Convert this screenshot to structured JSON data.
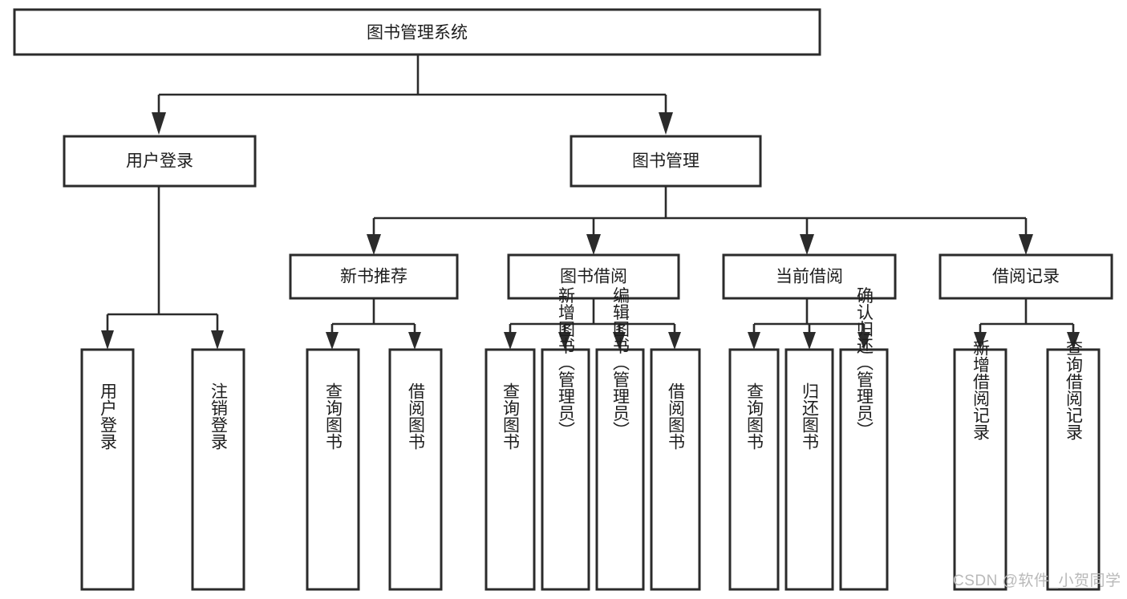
{
  "diagram": {
    "type": "tree-hierarchy-chart",
    "title": "图书管理系统",
    "orientation": "top-down",
    "colors": {
      "box_fill": "#ffffff",
      "box_stroke": "#2b2b2b",
      "connector": "#2b2b2b",
      "text": "#1d1d1d",
      "watermark": "#b9b9b9",
      "background": "#ffffff"
    },
    "levels": [
      {
        "level": 0,
        "nodes": [
          {
            "id": "root",
            "label": "图书管理系统",
            "orientation": "horizontal"
          }
        ]
      },
      {
        "level": 1,
        "nodes": [
          {
            "id": "user-login",
            "label": "用户登录",
            "orientation": "horizontal",
            "parent": "root"
          },
          {
            "id": "book-manage",
            "label": "图书管理",
            "orientation": "horizontal",
            "parent": "root"
          }
        ]
      },
      {
        "level": 2,
        "nodes": [
          {
            "id": "new-book-recommend",
            "label": "新书推荐",
            "orientation": "horizontal",
            "parent": "book-manage"
          },
          {
            "id": "book-borrow",
            "label": "图书借阅",
            "orientation": "horizontal",
            "parent": "book-manage"
          },
          {
            "id": "current-borrow",
            "label": "当前借阅",
            "orientation": "horizontal",
            "parent": "book-manage"
          },
          {
            "id": "borrow-record",
            "label": "借阅记录",
            "orientation": "horizontal",
            "parent": "book-manage"
          }
        ]
      },
      {
        "level": 3,
        "nodes": [
          {
            "id": "leaf-user-login",
            "label": "用户登录",
            "orientation": "vertical",
            "parent": "user-login"
          },
          {
            "id": "leaf-user-logout",
            "label": "注销登录",
            "orientation": "vertical",
            "parent": "user-login"
          },
          {
            "id": "leaf-query-book-1",
            "label": "查询图书",
            "orientation": "vertical",
            "parent": "new-book-recommend"
          },
          {
            "id": "leaf-borrow-book-1",
            "label": "借阅图书",
            "orientation": "vertical",
            "parent": "new-book-recommend"
          },
          {
            "id": "leaf-query-book-2",
            "label": "查询图书",
            "orientation": "vertical",
            "parent": "book-borrow"
          },
          {
            "id": "leaf-add-book",
            "label": "新增图书（管理员）",
            "orientation": "vertical",
            "parent": "book-borrow"
          },
          {
            "id": "leaf-edit-book",
            "label": "编辑图书（管理员）",
            "orientation": "vertical",
            "parent": "book-borrow"
          },
          {
            "id": "leaf-borrow-book-2",
            "label": "借阅图书",
            "orientation": "vertical",
            "parent": "book-borrow"
          },
          {
            "id": "leaf-query-book-3",
            "label": "查询图书",
            "orientation": "vertical",
            "parent": "current-borrow"
          },
          {
            "id": "leaf-return-book",
            "label": "归还图书",
            "orientation": "vertical",
            "parent": "current-borrow"
          },
          {
            "id": "leaf-confirm-return",
            "label": "确认归还（管理员）",
            "orientation": "vertical",
            "parent": "current-borrow"
          },
          {
            "id": "leaf-add-record",
            "label": "新增借阅记录",
            "orientation": "vertical",
            "parent": "borrow-record"
          },
          {
            "id": "leaf-query-record",
            "label": "查询借阅记录",
            "orientation": "vertical",
            "parent": "borrow-record"
          }
        ]
      }
    ]
  },
  "watermark": {
    "text": "CSDN @软件_小贺同学"
  }
}
